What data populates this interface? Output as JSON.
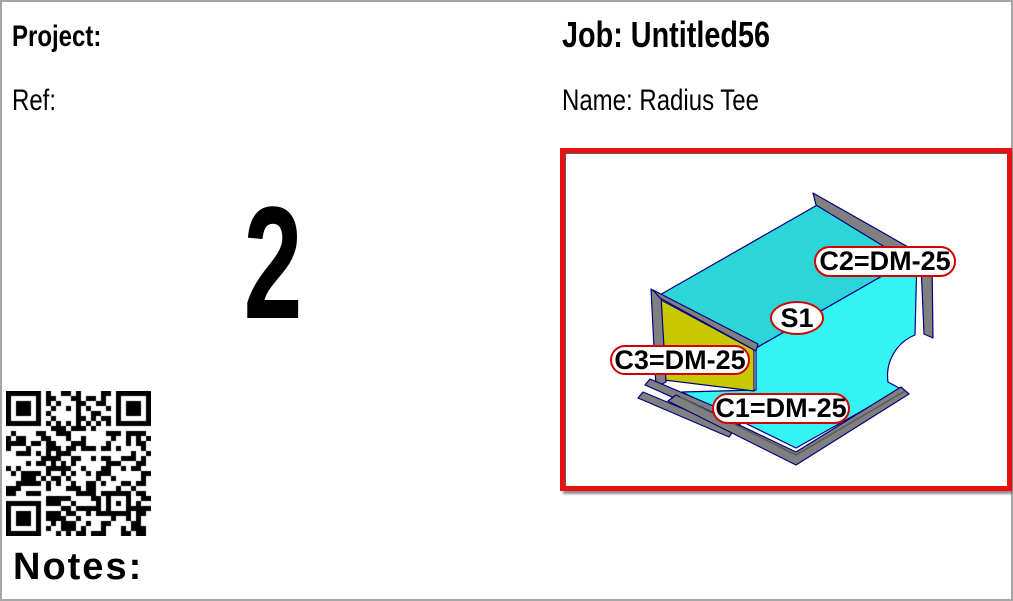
{
  "page": {
    "background": "#FFFFFF",
    "border_color": "#A6A6A6"
  },
  "fields": {
    "project_label": "Project:",
    "ref_label": "Ref:",
    "job_label": "Job: Untitled56",
    "name_label": "Name: Radius Tee",
    "piece_number": "2",
    "notes_label": "Notes:"
  },
  "qr": {
    "modules": 29,
    "seed": 987654321,
    "dark": "#000000",
    "light": "#FFFFFF"
  },
  "drawing": {
    "frame_color": "#E81010",
    "callout_border": "#D40000",
    "callouts": [
      {
        "id": "c2",
        "text": "C2=DM-25"
      },
      {
        "id": "s1",
        "text": "S1"
      },
      {
        "id": "c3",
        "text": "C3=DM-25"
      },
      {
        "id": "c1",
        "text": "C1=DM-25"
      }
    ],
    "colors": {
      "top_face": "#2BD5D8",
      "front_face": "#35F3F3",
      "end_face": "#C8C800",
      "flange": "#808080",
      "flange_dark": "#5A5A5A",
      "edge": "#00007F"
    }
  }
}
